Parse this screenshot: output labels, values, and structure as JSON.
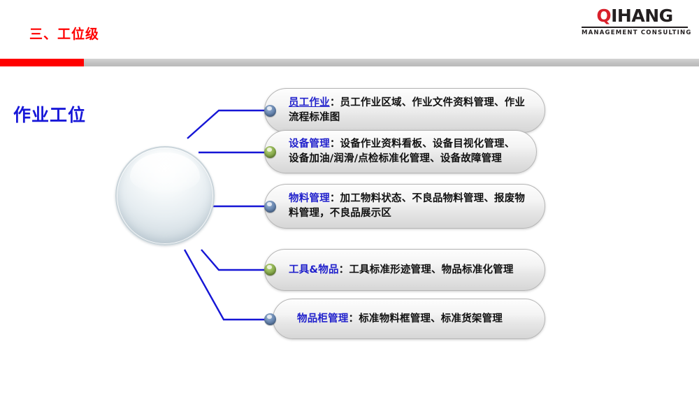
{
  "header": {
    "title": "三、工位级",
    "logo": {
      "first_letter": "Q",
      "rest": "IHANG",
      "subtitle": "MANAGEMENT  CONSULTING"
    },
    "accent_red": "#ff0000",
    "divider_grey": "#c2c2c2"
  },
  "diagram": {
    "hub_label": "作业工位",
    "hub_text_color": "#1717d8",
    "connector_color": "#1616d6",
    "items": [
      {
        "label": "员工作业",
        "separator": "：",
        "body": "员工作业区域、作业文件资料管理、作业流程标准图",
        "bullet_color": "blue",
        "label_underlined": true
      },
      {
        "label": "设备管理",
        "separator": "：",
        "body": "设备作业资料看板、设备目视化管理、设备加油/润滑/点检标准化管理、设备故障管理",
        "bullet_color": "green",
        "label_underlined": false
      },
      {
        "label": "物料管理",
        "separator": "：",
        "body": "加工物料状态、不良品物料管理、报废物料管理，不良品展示区",
        "bullet_color": "blue",
        "label_underlined": false
      },
      {
        "label": "工具&物品",
        "separator": "：",
        "body": "工具标准形迹管理、物品标准化管理",
        "bullet_color": "green",
        "label_underlined": false
      },
      {
        "label": "物品柜管理",
        "separator": "：",
        "body": "标准物料框管理、标准货架管理",
        "bullet_color": "blue",
        "label_underlined": false
      }
    ]
  }
}
